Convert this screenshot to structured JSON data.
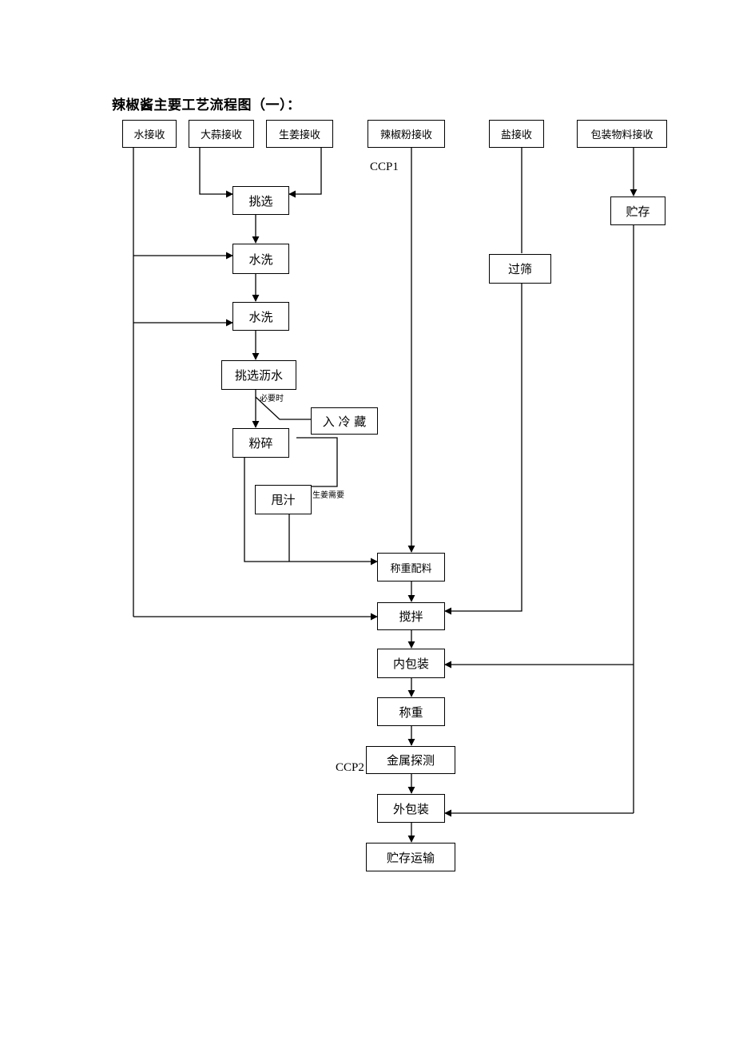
{
  "title": "辣椒酱主要工艺流程图（一）：",
  "nodes": {
    "water_receive": "水接收",
    "garlic_receive": "大蒜接收",
    "ginger_receive": "生姜接收",
    "chili_powder_receive": "辣椒粉接收",
    "salt_receive": "盐接收",
    "packaging_receive": "包装物料接收",
    "sorting": "挑选",
    "storage": "贮存",
    "washing_1": "水洗",
    "sieving": "过筛",
    "washing_2": "水洗",
    "sorting_draining": "挑选沥水",
    "cold_storage": "入 冷 藏",
    "crushing": "粉碎",
    "juice_spinning": "甩汁",
    "weighing_batching": "称重配料",
    "mixing": "搅拌",
    "inner_packing": "内包装",
    "weighing": "称重",
    "metal_detection": "金属探测",
    "outer_packing": "外包装",
    "storage_transport": "贮存运输"
  },
  "labels": {
    "ccp1": "CCP1",
    "ccp2": "CCP2",
    "when_necessary": "必要时",
    "ginger_needs": "生姜需要"
  }
}
